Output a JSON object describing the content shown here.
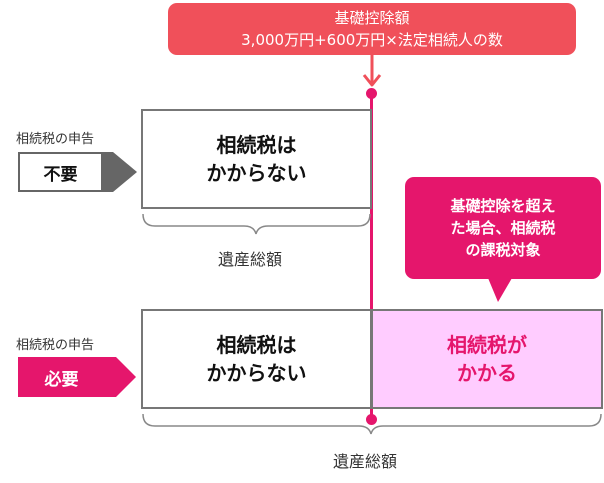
{
  "top_callout": {
    "line1": "基礎控除額",
    "line2": "3,000万円+600万円×法定相続人の数"
  },
  "row1": {
    "declaration_label": "相続税の申告",
    "tag": "不要",
    "box_line1": "相続税は",
    "box_line2": "かからない",
    "caption": "遺産総額"
  },
  "row2": {
    "declaration_label": "相続税の申告",
    "tag": "必要",
    "box_left_line1": "相続税は",
    "box_left_line2": "かからない",
    "box_right_line1": "相続税が",
    "box_right_line2": "かかる",
    "caption": "遺産総額"
  },
  "pink_callout": {
    "line1": "基礎控除を超え",
    "line2": "た場合、相続税",
    "line3": "の課税対象"
  },
  "colors": {
    "coral": "#f0505a",
    "magenta": "#e5166c",
    "light_pink": "#ffccff",
    "gray": "#777777"
  }
}
